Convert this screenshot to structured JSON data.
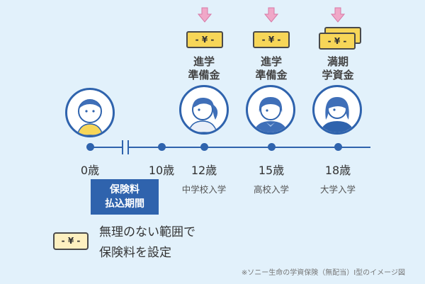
{
  "stages": [
    {
      "age": "0歳",
      "sub": "",
      "label": []
    },
    {
      "age": "10歳",
      "sub": "",
      "label": []
    },
    {
      "age": "12歳",
      "sub": "中学校入学",
      "label": [
        "進学",
        "準備金"
      ]
    },
    {
      "age": "15歳",
      "sub": "高校入学",
      "label": [
        "進学",
        "準備金"
      ]
    },
    {
      "age": "18歳",
      "sub": "大学入学",
      "label": [
        "満期",
        "学資金"
      ]
    }
  ],
  "coin_text": "- ¥ -",
  "payment_box": [
    "保険料",
    "払込期間"
  ],
  "legend": {
    "coin_text": "- ¥ -",
    "lines": [
      "無理のない範囲で",
      "保険料を設定"
    ]
  },
  "footnote": "※ソニー生命の学資保険（無配当）Ⅰ型のイメージ図",
  "colors": {
    "background": "#e2f1fb",
    "timeline": "#2f63ad",
    "coin": "#f7d658",
    "legend_coin": "#fdf0c0",
    "arrow": "#f0a8c8"
  }
}
